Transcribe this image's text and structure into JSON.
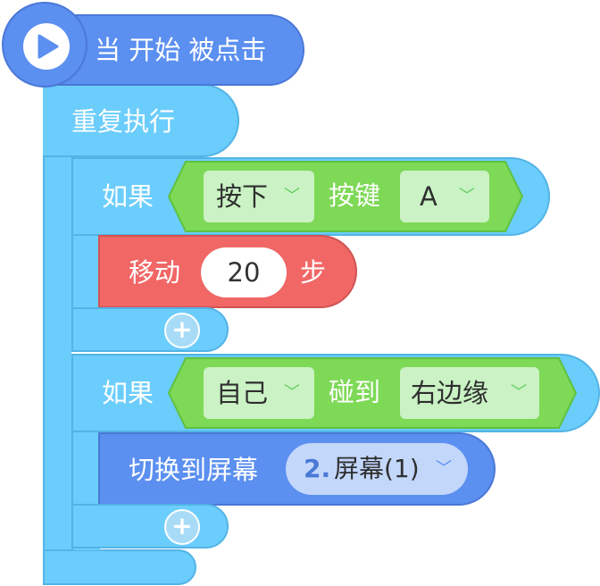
{
  "hat": {
    "label": "当 开始 被点击",
    "icon": "play-icon"
  },
  "forever": {
    "label": "重复执行"
  },
  "if1": {
    "label": "如果",
    "cond_dropdown1": "按下",
    "cond_word": "按键",
    "cond_dropdown2": "A",
    "move": {
      "label": "移动",
      "value": "20",
      "unit": "步"
    },
    "add_label": "+"
  },
  "if2": {
    "label": "如果",
    "cond_dropdown1": "自己",
    "cond_word": "碰到",
    "cond_dropdown2": "右边缘",
    "switch": {
      "label": "切换到屏幕",
      "screen_index": "2.",
      "screen_name": "屏幕(1)"
    },
    "add_label": "+"
  },
  "colors": {
    "event_blue": "#5b8ff0",
    "control_cyan": "#6bcdfc",
    "sensing_green": "#7ed957",
    "motion_red": "#f06766",
    "dropdown_green": "#caf2c4",
    "screen_pill_blue": "#c3d7fb"
  }
}
